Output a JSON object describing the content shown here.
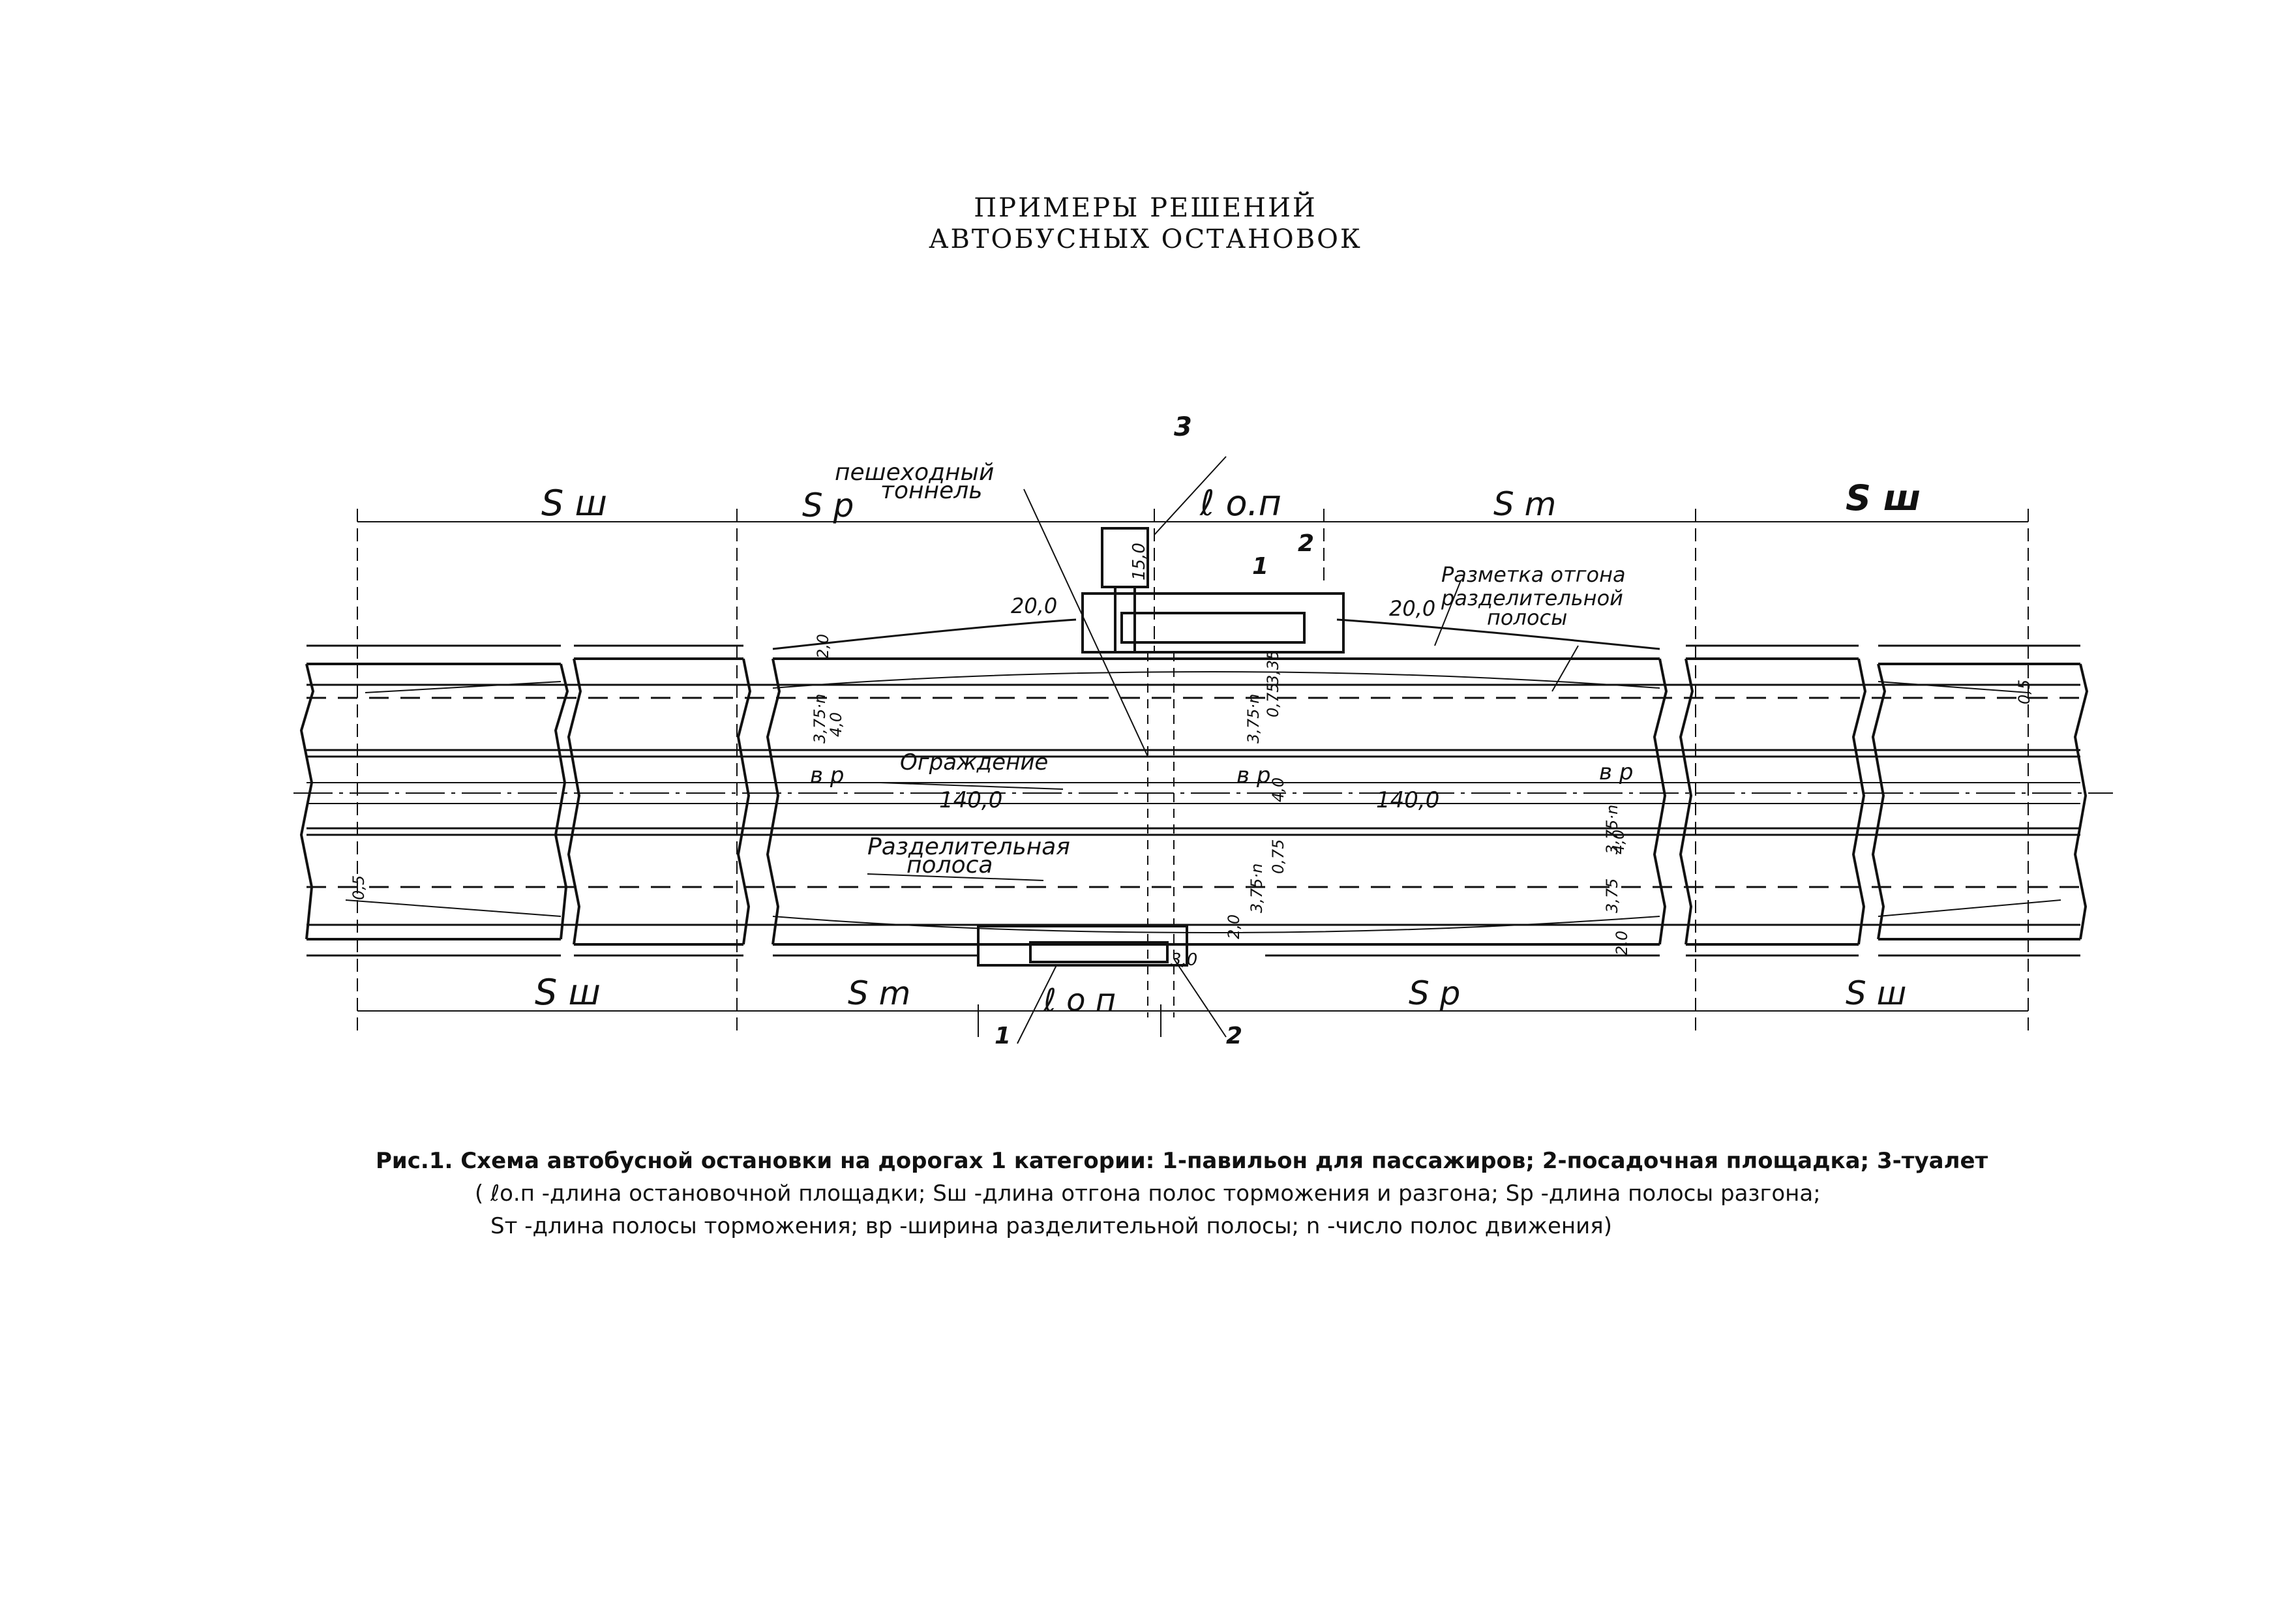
{
  "header": {
    "line1": "ПРИМЕРЫ РЕШЕНИЙ",
    "line2": "АВТОБУСНЫХ   ОСТАНОВОК"
  },
  "labels": {
    "s_sh": "S ш",
    "s_p": "S р",
    "s_m": "S m",
    "l_on": "ℓ о.п",
    "l_on_bottom": "ℓ о п",
    "callout_1": "1",
    "callout_2": "2",
    "callout_3": "3",
    "tunnel_1": "пешеходный",
    "tunnel_2": "тоннель",
    "marking_1": "Разметка отгона",
    "marking_2": "разделительной",
    "marking_3": "полосы",
    "barrier": "Ограждение",
    "divider_1": "Разделительная",
    "divider_2": "полоса",
    "dim_20": "20,0",
    "dim_140": "140,0",
    "dim_15": "15,0",
    "dim_30": "3,0",
    "dim_375n": "3,75·n",
    "dim_375": "3,75",
    "dim_20b": "2,0",
    "dim_40": "4,0",
    "dim_05": "0,5",
    "dim_075": "0,75",
    "dim_335": "3,35",
    "b_p": "в р"
  },
  "caption": {
    "line1": "Рис.1. Схема автобусной остановки на дорогах 1 категории: 1-павильон для пассажиров; 2-посадочная площадка; 3-туалет",
    "line2": "( ℓо.п -длина остановочной площадки;  Sш -длина отгона полос торможения и разгона;  Sр -длина полосы разгона;",
    "line3": "Sт -длина полосы торможения;  вр -ширина разделительной полосы;  n -число полос движения)"
  }
}
